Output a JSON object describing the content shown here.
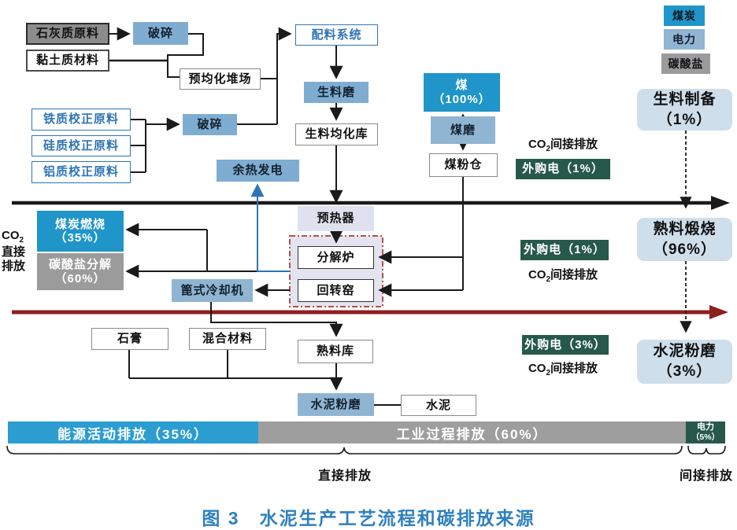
{
  "legend": {
    "coal": "煤炭",
    "power": "电力",
    "carbonate": "碳酸盐"
  },
  "boxes": {
    "limestone": "石灰质原料",
    "crush1": "破碎",
    "clay": "黏土质材料",
    "preblend_yard": "预均化堆场",
    "iron_corrective": "铁质校正原料",
    "silica_corrective": "硅质校正原料",
    "alumina_corrective": "铝质校正原料",
    "crush2": "破碎",
    "batching_system": "配料系统",
    "raw_mill": "生料磨",
    "raw_meal_silo": "生料均化库",
    "waste_heat_power": "余热发电",
    "coal_line1": "煤",
    "coal_line2": "（100%）",
    "coal_mill": "煤磨",
    "coal_bin": "煤粉仓",
    "preheater": "预热器",
    "calciner": "分解炉",
    "rotary_kiln": "回转窑",
    "grate_cooler": "篦式冷却机",
    "coal_burning_line1": "煤炭燃烧",
    "coal_burning_line2": "（35%）",
    "carbonate_decomp_line1": "碳酸盐分解",
    "carbonate_decomp_line2": "（60%）",
    "gypsum": "石膏",
    "blend_materials": "混合材料",
    "clinker_silo": "熟料库",
    "cement_mill": "水泥粉磨",
    "cement": "水泥"
  },
  "stages": {
    "raw_meal_line1": "生料制备",
    "raw_meal_line2": "（1%）",
    "clinker_line1": "熟料煅烧",
    "clinker_line2": "（96%）",
    "grinding_line1": "水泥粉磨",
    "grinding_line2": "（3%）"
  },
  "annotations": {
    "co2_prefix": "CO",
    "co2_sub": "2",
    "co2_indirect_suffix": "间接排放",
    "co2_direct_line2": "直接",
    "co2_direct_line3": "排放",
    "purchased_power_1": "外购电（1%）",
    "purchased_power_2": "外购电（1%）",
    "purchased_power_3": "外购电（3%）"
  },
  "bottom_bar": {
    "energy": "能源活动排放（35%）",
    "process": "工业过程排放（60%）",
    "power_line1": "电力",
    "power_line2": "（5%）"
  },
  "braces": {
    "direct": "直接排放",
    "indirect": "间接排放"
  },
  "caption": "图 3　水泥生产工艺流程和碳排放来源",
  "colors": {
    "coal_blue": "#1f95c9",
    "power_blue": "#8fb5d3",
    "process_blue": "#7fadd2",
    "carbonate_gray": "#9b9b9b",
    "green": "#27594a",
    "stage_fill": "#cfdeeb",
    "lavender_fill": "#e0e1ee",
    "dashed_border_red": "#b0504c",
    "black_axis": "#1a1a1a",
    "red_axis": "#8e1f1f",
    "wire_blue": "#2e75b6",
    "bar_blue": "#2b9dd1",
    "bar_gray": "#9e9e9e",
    "caption_blue": "#2e80bf"
  }
}
